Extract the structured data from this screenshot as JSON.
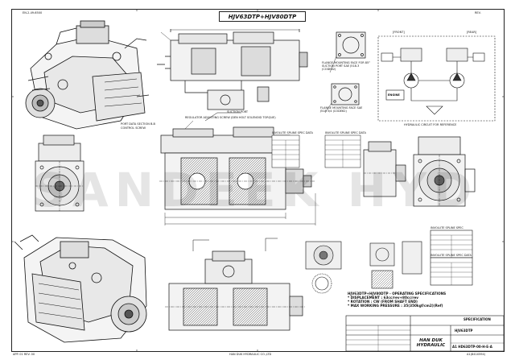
{
  "drawing": {
    "title": "HJV63DTP+HJV80DTP",
    "watermark": "SANDEEK HYD",
    "header_left": "EN-2-49-6500",
    "header_right": "REV.",
    "front_label": "[FRONT]",
    "rear_label": "[REAR]",
    "engine_label": "ENGINE",
    "hydraulic_circuit": "HYDRAULIC CIRCUIT FOR REFERENCE",
    "flange_front": "FLANGE MOUNTING FACE FOR 85° SUCTION PORT SAE J518-3 (CODE62)",
    "flange_rear": "FLANGE MOUNTING FACE SAE J518 3/4 (CODE62)",
    "regulator_note": "REGULATOR ADJUSTING SCREW (DEN HOLT SOLENOID TORQUE)",
    "suction_port": "SUCTION PORT",
    "port_note_1": "PORT DATA SECTION B-B",
    "port_note_2": "CONTROL SCREW",
    "spline_1": "INVOLUTE SPLINE SPEC DATA",
    "spline_2": "INVOLUTE SPLINE SPEC DATA",
    "spline_3": "INVOLUTE SPLINE SPEC",
    "spline_4": "INVOLUTE SPLINE SPEC DATA",
    "spec_title": "HJV63DTP+HJV80DTP - OPERATING SPECIFICATIONS",
    "spec_displacement": "* DISPLACEMENT : 63cc/rev+80cc/rev",
    "spec_rotation": "* ROTATION : CW (FROM SHAFT END)",
    "spec_pressure": "* MAX WORKING PRESSURE : 35(350kgf/cm2)(Ref)",
    "company_1": "HAN DUK",
    "company_2": "HYDRAULIC",
    "tb_name": "SPECIFICATION",
    "tb_model": "HJV63DTP",
    "tb_no": "A1 HD63DTP-00-H-E-A",
    "footer": "HAN DUK HYDRAULIC CO.,LTD",
    "corner_left": "APP. 01 REV. 00",
    "corner_right": "A1(841X594)"
  }
}
